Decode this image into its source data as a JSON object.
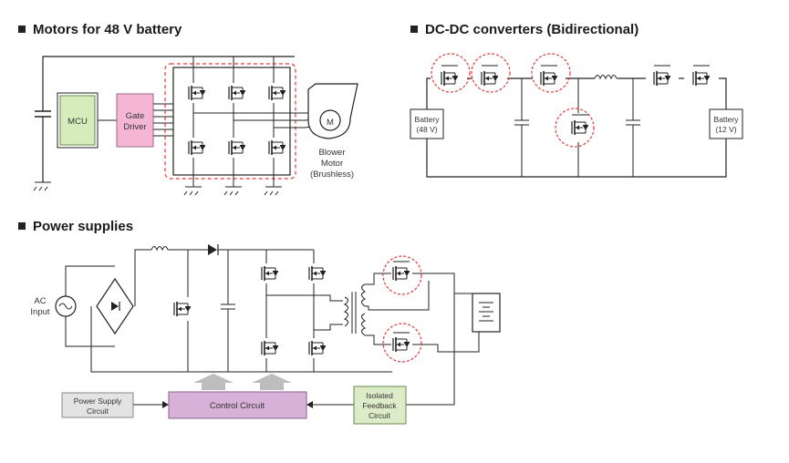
{
  "sections": {
    "motors": {
      "title": "Motors for 48 V battery"
    },
    "dcdc": {
      "title": "DC-DC converters (Bidirectional)"
    },
    "power": {
      "title": "Power supplies"
    }
  },
  "motors": {
    "mcu_label": "MCU",
    "gate_driver_line1": "Gate",
    "gate_driver_line2": "Driver",
    "motor_symbol": "M",
    "motor_line1": "Blower",
    "motor_line2": "Motor",
    "motor_line3": "(Brushless)"
  },
  "dcdc": {
    "battery_left_line1": "Battery",
    "battery_left_line2": "(48 V)",
    "battery_right_line1": "Battery",
    "battery_right_line2": "(12 V)"
  },
  "power": {
    "ac_line1": "AC",
    "ac_line2": "Input",
    "psu_line1": "Power Supply",
    "psu_line2": "Circuit",
    "control_label": "Control Circuit",
    "iso_line1": "Isolated",
    "iso_line2": "Feedback",
    "iso_line3": "Circuit"
  },
  "colors": {
    "mcu_fill": "#d6ecbd",
    "gate_driver_fill": "#f4b6d3",
    "control_fill": "#d8b1d9",
    "isolated_fill": "#dcecc8",
    "psu_fill": "#e3e3e3",
    "highlight": "#e23b3b",
    "arrow": "#bdbdbd"
  }
}
